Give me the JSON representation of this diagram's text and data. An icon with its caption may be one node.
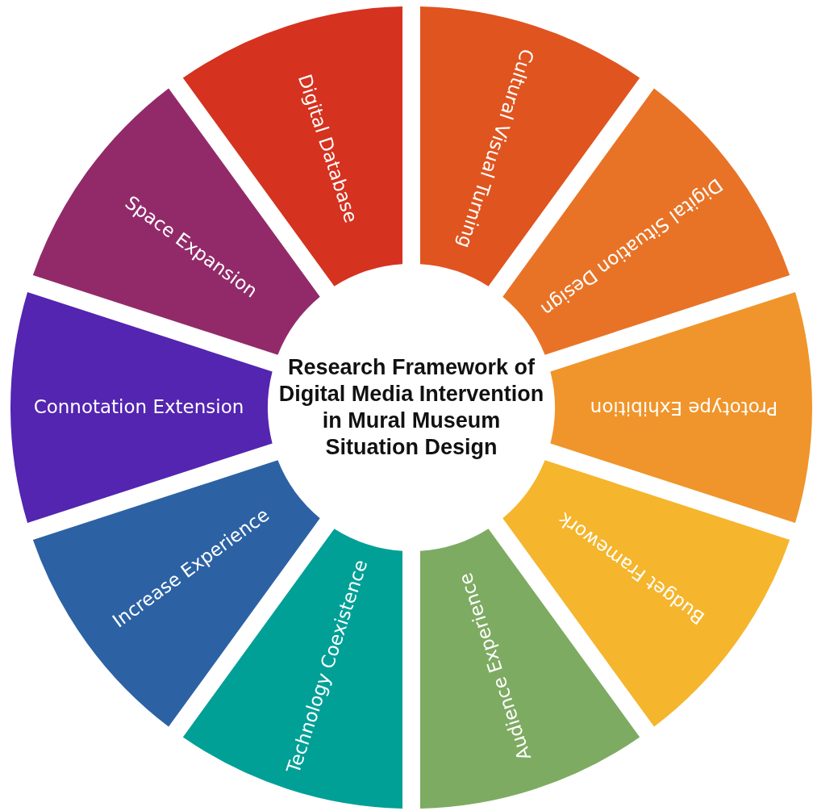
{
  "diagram": {
    "nodes": [
      {
        "text": [
          "Research Framework of Digital Media Intervention in Mural Museum Situation Design"
        ]
      },
      {
        "text": [
          "Digital Database"
        ]
      },
      {
        "text": [
          "Cultural Visual Turning"
        ]
      },
      {
        "text": [
          "Digital Situation Design"
        ]
      },
      {
        "text": [
          "Prototype Exhibition"
        ]
      },
      {
        "text": [
          "Budget Framework"
        ]
      },
      {
        "text": [
          "Audience Experience"
        ]
      },
      {
        "text": [
          "Technology Coexistence"
        ]
      },
      {
        "text": [
          "Increase Experience"
        ]
      },
      {
        "text": [
          "Connotation Extension"
        ]
      },
      {
        "text": [
          "Space Expansion"
        ]
      }
    ]
  }
}
